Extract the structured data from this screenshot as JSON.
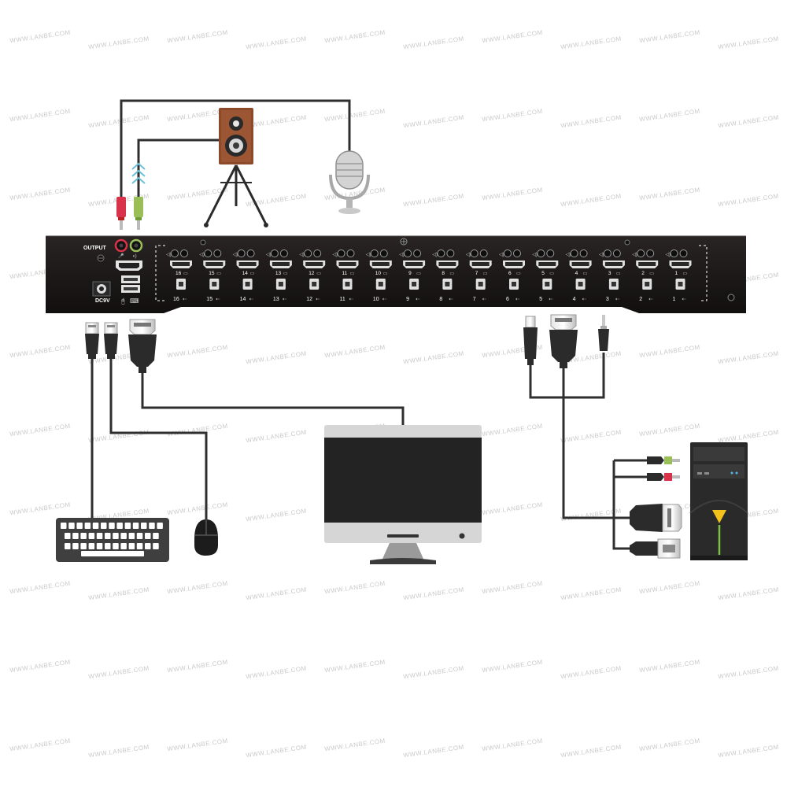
{
  "watermark": "WWW.LANBE.COM",
  "kvm": {
    "output_label": "OUTPUT",
    "power_label": "DC9V",
    "port_labels": [
      "16",
      "15",
      "14",
      "13",
      "12",
      "11",
      "10",
      "9",
      "8",
      "7",
      "6",
      "5",
      "4",
      "3",
      "2",
      "1"
    ]
  },
  "colors": {
    "panel": "#1c1a1a",
    "cable": "#2f2f2f",
    "mic_plug": "#d8334a",
    "audio_plug": "#9bbf58",
    "speaker_wood": "#8c4a2b",
    "monitor_frame": "#d6d6d6",
    "pc_accent": "#f3c31b",
    "pc_line": "#7cc242"
  },
  "icons": [
    "speaker-icon",
    "microphone-icon",
    "monitor-icon",
    "keyboard-icon",
    "mouse-icon",
    "pc-tower-icon",
    "usb-icon",
    "hdmi-icon",
    "audio-jack-icon"
  ]
}
